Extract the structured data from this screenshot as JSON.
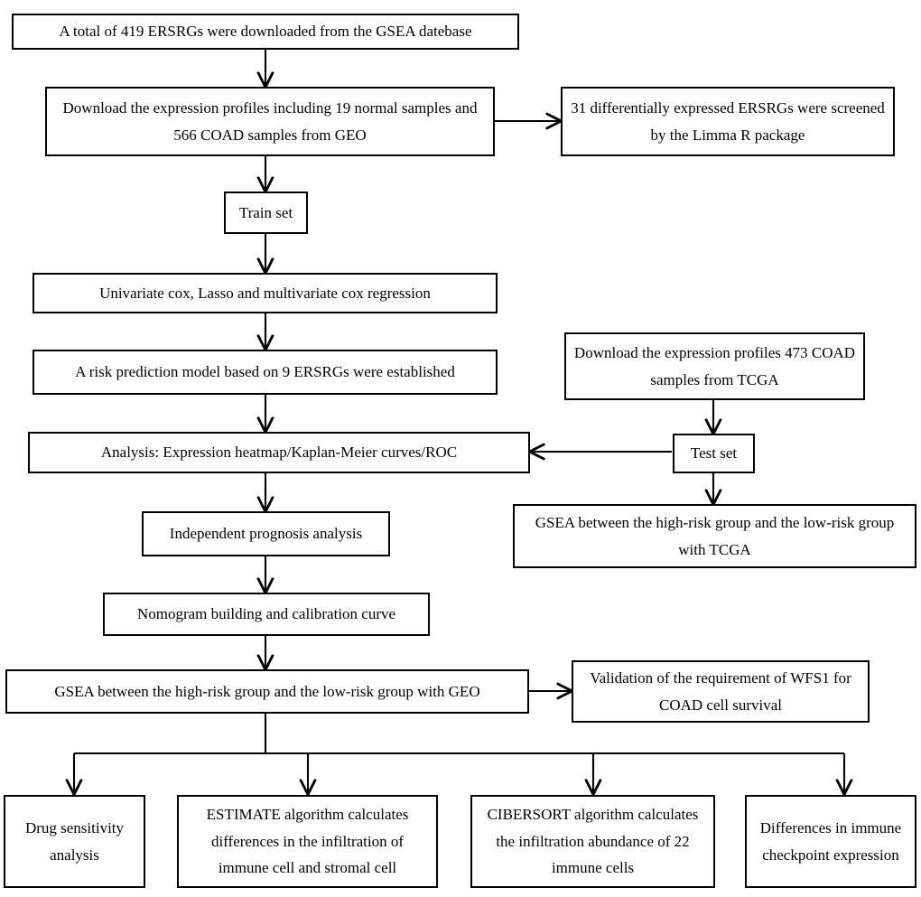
{
  "diagram": {
    "title": "Study workflow flowchart",
    "line_color": "#000000",
    "box_fill": "#ffffff",
    "text_color": "#000000",
    "nodes": [
      {
        "id": "ersrg_download",
        "label": "A total of 419 ERSRGs were downloaded from the GSEA datebase"
      },
      {
        "id": "geo_profiles",
        "label": "Download the expression profiles including 19 normal samples and 566 COAD samples from GEO"
      },
      {
        "id": "limma_deg",
        "label": "31 differentially expressed ERSRGs were screened by the Limma R package"
      },
      {
        "id": "train_set",
        "label": "Train set"
      },
      {
        "id": "cox_lasso",
        "label": "Univariate cox, Lasso and multivariate cox regression"
      },
      {
        "id": "risk_model",
        "label": "A risk prediction model based on 9 ERSRGs were established"
      },
      {
        "id": "analysis",
        "label": "Analysis: Expression heatmap/Kaplan-Meier curves/ROC"
      },
      {
        "id": "tcga_profiles",
        "label": "Download the expression profiles 473 COAD samples from TCGA"
      },
      {
        "id": "test_set",
        "label": "Test set"
      },
      {
        "id": "gsea_tcga",
        "label": "GSEA between the high-risk group and the low-risk group with TCGA"
      },
      {
        "id": "indep_prognosis",
        "label": "Independent prognosis analysis"
      },
      {
        "id": "nomogram",
        "label": "Nomogram building and calibration curve"
      },
      {
        "id": "gsea_geo",
        "label": "GSEA between the high-risk group and the low-risk group with GEO"
      },
      {
        "id": "wfs1_validation",
        "label": "Validation of the requirement of WFS1 for COAD cell survival"
      },
      {
        "id": "drug_sensitivity",
        "label": "Drug sensitivity analysis"
      },
      {
        "id": "estimate_algo",
        "label": "ESTIMATE algorithm calculates differences in the infiltration of immune cell and stromal cell"
      },
      {
        "id": "cibersort_algo",
        "label": "CIBERSORT algorithm calculates the infiltration abundance of 22 immune cells"
      },
      {
        "id": "immune_checkpoint",
        "label": "Differences in immune checkpoint expression"
      }
    ],
    "edges": [
      {
        "from": "ersrg_download",
        "to": "geo_profiles",
        "direction": "down"
      },
      {
        "from": "geo_profiles",
        "to": "limma_deg",
        "direction": "right"
      },
      {
        "from": "geo_profiles",
        "to": "train_set",
        "direction": "down"
      },
      {
        "from": "train_set",
        "to": "cox_lasso",
        "direction": "down"
      },
      {
        "from": "cox_lasso",
        "to": "risk_model",
        "direction": "down"
      },
      {
        "from": "risk_model",
        "to": "analysis",
        "direction": "down"
      },
      {
        "from": "tcga_profiles",
        "to": "test_set",
        "direction": "down"
      },
      {
        "from": "test_set",
        "to": "analysis",
        "direction": "left"
      },
      {
        "from": "test_set",
        "to": "gsea_tcga",
        "direction": "down"
      },
      {
        "from": "analysis",
        "to": "indep_prognosis",
        "direction": "down"
      },
      {
        "from": "indep_prognosis",
        "to": "nomogram",
        "direction": "down"
      },
      {
        "from": "nomogram",
        "to": "gsea_geo",
        "direction": "down"
      },
      {
        "from": "gsea_geo",
        "to": "wfs1_validation",
        "direction": "right"
      },
      {
        "from": "gsea_geo",
        "to": "drug_sensitivity",
        "direction": "down-branch"
      },
      {
        "from": "gsea_geo",
        "to": "estimate_algo",
        "direction": "down-branch"
      },
      {
        "from": "gsea_geo",
        "to": "cibersort_algo",
        "direction": "down-branch"
      },
      {
        "from": "gsea_geo",
        "to": "immune_checkpoint",
        "direction": "down-branch"
      }
    ]
  }
}
